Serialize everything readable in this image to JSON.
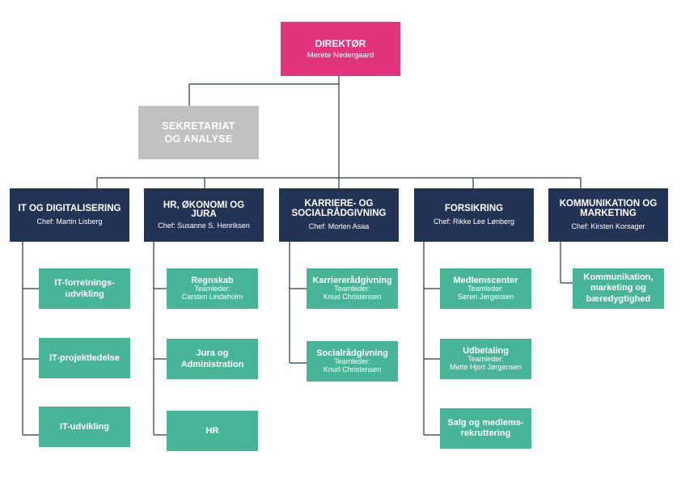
{
  "director": {
    "title": "DIREKTØR",
    "name": "Merete Nedergaard"
  },
  "staff": {
    "line1": "SEKRETARIAT",
    "line2": "OG ANALYSE"
  },
  "departments": [
    {
      "title": "IT OG DIGITALISERING",
      "chief": "Chef: Martin Lisberg",
      "units": [
        {
          "line1": "IT-forretnings-",
          "line2": "udvikling"
        },
        {
          "line1": "IT-projektledelse"
        },
        {
          "line1": "IT-udvikling"
        }
      ]
    },
    {
      "title": "HR, ØKONOMI OG JURA",
      "chief": "Chef: Susanne S. Henriksen",
      "units": [
        {
          "line1": "Regnskab",
          "lead_label": "Teamleder:",
          "lead_name": "Carsten Lindeholm"
        },
        {
          "line1": "Jura og",
          "line2": "Administration"
        },
        {
          "line1": "HR"
        }
      ]
    },
    {
      "title": "KARRIERE- OG SOCIALRÅDGIVNING",
      "chief": "Chef: Morten Asaa",
      "units": [
        {
          "line1": "Karriererådgivning",
          "lead_label": "Teamleder:",
          "lead_name": "Knud Christensen"
        },
        {
          "line1": "Socialrådgivning",
          "lead_label": "Teamleder:",
          "lead_name": "Knud Christensen"
        }
      ]
    },
    {
      "title": "FORSIKRING",
      "chief": "Chef: Rikke Lee Lønberg",
      "units": [
        {
          "line1": "Medlemscenter",
          "lead_label": "Teamleder:",
          "lead_name": "Søren Jørgensen"
        },
        {
          "line1": "Udbetaling",
          "lead_label": "Teamleder:",
          "lead_name": "Mette Hjort Jørgensen"
        },
        {
          "line1": "Salg og medlems-",
          "line2": "rekruttering"
        }
      ]
    },
    {
      "title": "KOMMUNIKATION OG MARKETING",
      "chief": "Chef: Kirsten Korsager",
      "units": [
        {
          "line1": "Kommunikation,",
          "line2": "marketing og",
          "line3": "bæredygtighed"
        }
      ]
    }
  ],
  "colors": {
    "director": "#e2347d",
    "staff": "#c1c2bf",
    "department": "#233356",
    "unit": "#48b498",
    "connector": "#233356"
  }
}
